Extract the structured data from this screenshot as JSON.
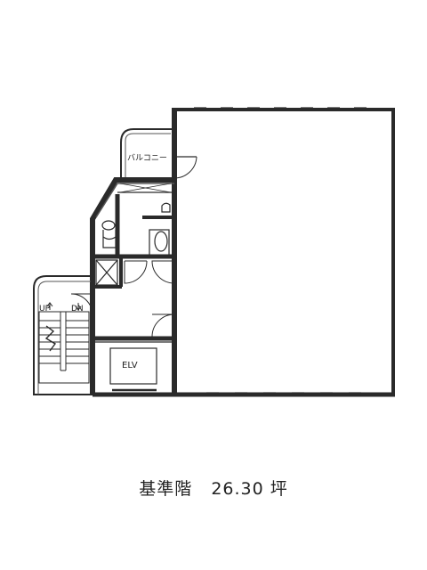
{
  "labels": {
    "balcony": "バルコニー",
    "up": "UP",
    "down": "DN",
    "elevator": "ELV"
  },
  "caption": {
    "floor": "基準階",
    "area": "26.30",
    "unit": "坪"
  },
  "colors": {
    "wall": "#2a2a2a",
    "line": "#444444",
    "background": "#ffffff"
  }
}
